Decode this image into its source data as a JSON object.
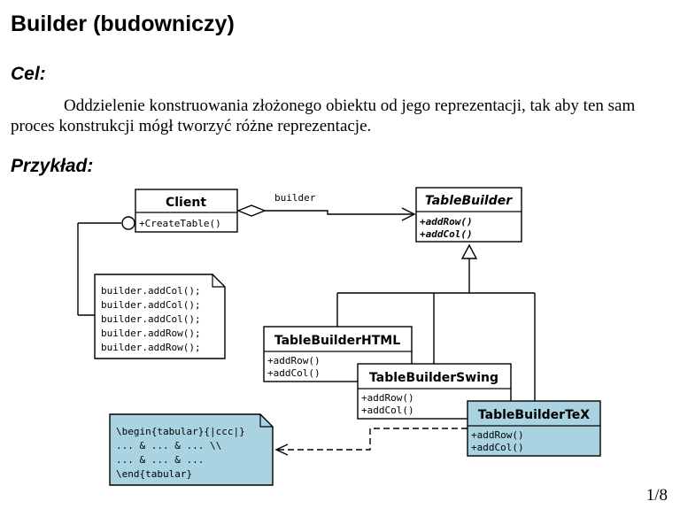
{
  "slide": {
    "title": "Builder (budowniczy)",
    "goal_heading": "Cel:",
    "goal_text": "Oddzielenie konstruowania złożonego obiektu od jego reprezentacji, tak aby ten sam proces konstrukcji mógł tworzyć różne reprezentacje.",
    "example_heading": "Przykład:",
    "page_number": "1/8"
  },
  "diagram": {
    "association_label": "builder",
    "client": {
      "name": "Client",
      "operations": [
        "+CreateTable()"
      ]
    },
    "table_builder": {
      "name": "TableBuilder",
      "operations": [
        "+addRow()",
        "+addCol()"
      ]
    },
    "table_builder_html": {
      "name": "TableBuilderHTML",
      "operations": [
        "+addRow()",
        "+addCol()"
      ]
    },
    "table_builder_swing": {
      "name": "TableBuilderSwing",
      "operations": [
        "+addRow()",
        "+addCol()"
      ]
    },
    "table_builder_tex": {
      "name": "TableBuilderTeX",
      "operations": [
        "+addRow()",
        "+addCol()"
      ]
    },
    "client_note": [
      "builder.addCol();",
      "builder.addCol();",
      "builder.addCol();",
      "builder.addRow();",
      "builder.addRow();"
    ],
    "tex_note": [
      "\\begin{tabular}{|ccc|}",
      "... & ... & ... \\\\",
      "... & ... & ...",
      "\\end{tabular}"
    ],
    "colors": {
      "highlight": "#a9d3e1"
    }
  }
}
